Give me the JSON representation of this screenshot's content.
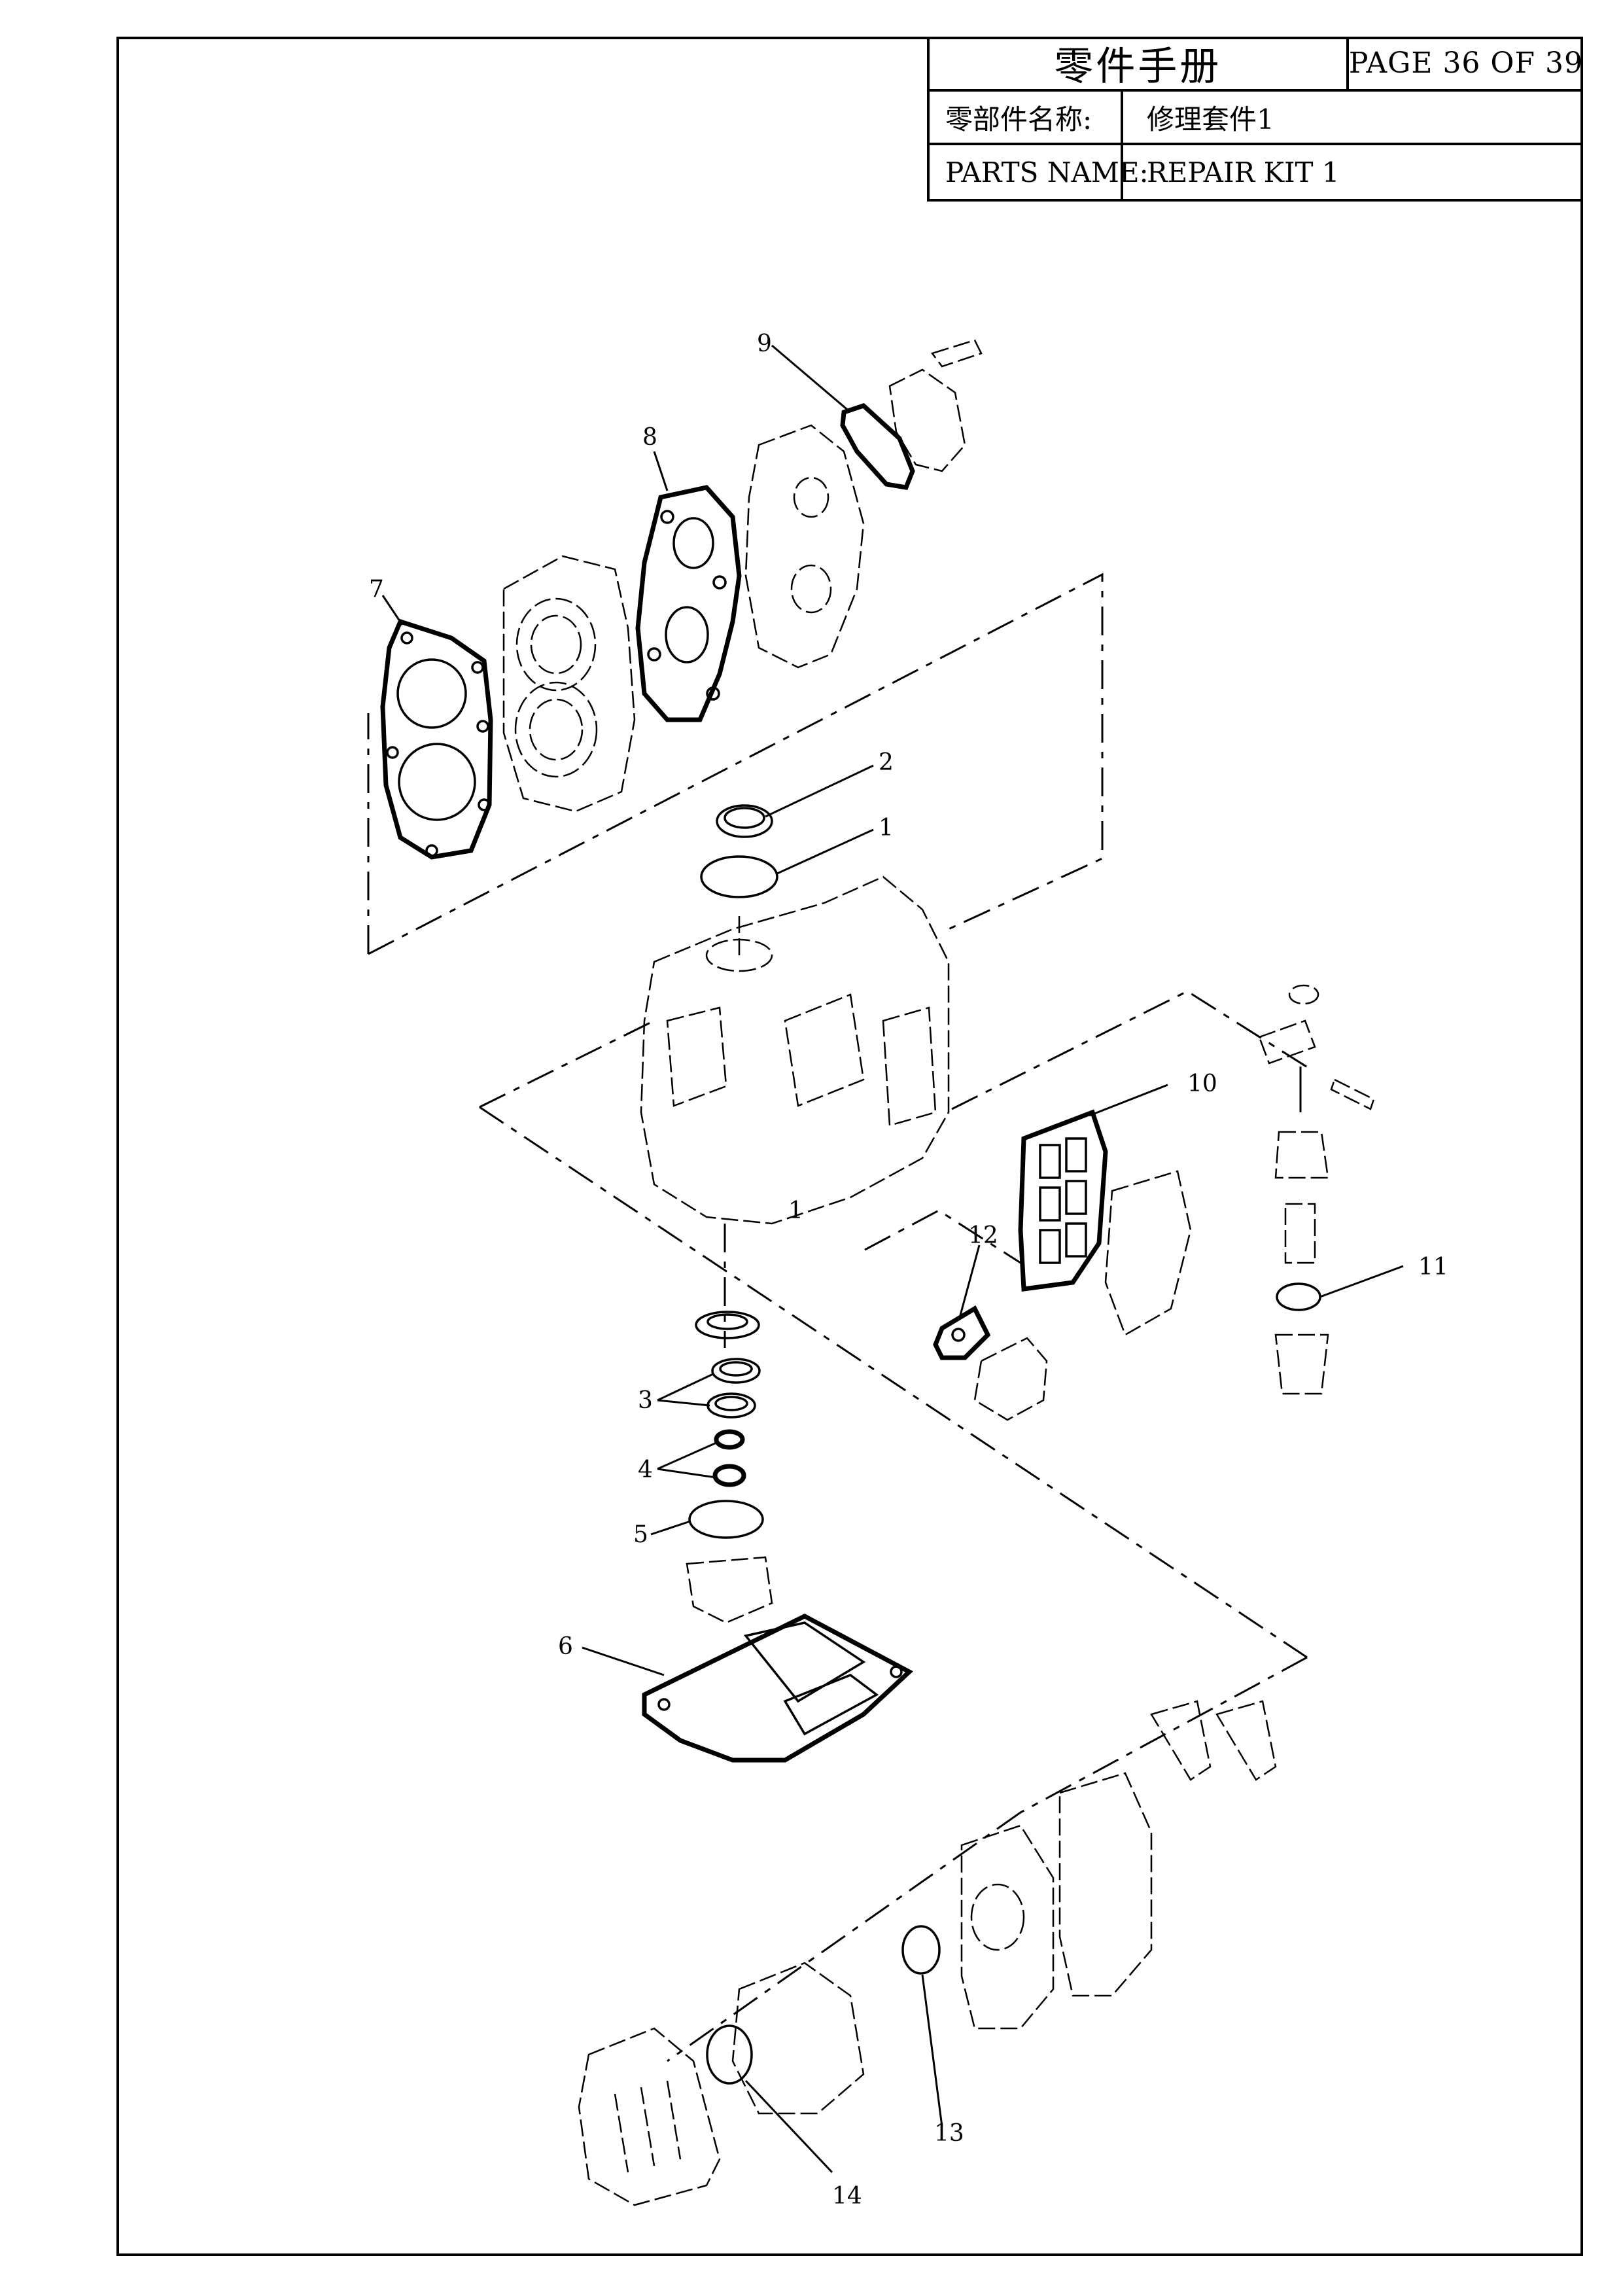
{
  "title_block": {
    "manual_title": "零件手册",
    "page": "PAGE 36 OF 39",
    "name_label_cn": "零部件名称:",
    "name_value_cn": "修理套件1",
    "name_label_en": "PARTS NAME:",
    "name_value_en": "REPAIR KIT 1"
  },
  "callouts": {
    "c1": "1",
    "c1b": "1",
    "c2": "2",
    "c3": "3",
    "c4": "4",
    "c5": "5",
    "c6": "6",
    "c7": "7",
    "c8": "8",
    "c9": "9",
    "c10": "10",
    "c11": "11",
    "c12": "12",
    "c13": "13",
    "c14": "14"
  }
}
